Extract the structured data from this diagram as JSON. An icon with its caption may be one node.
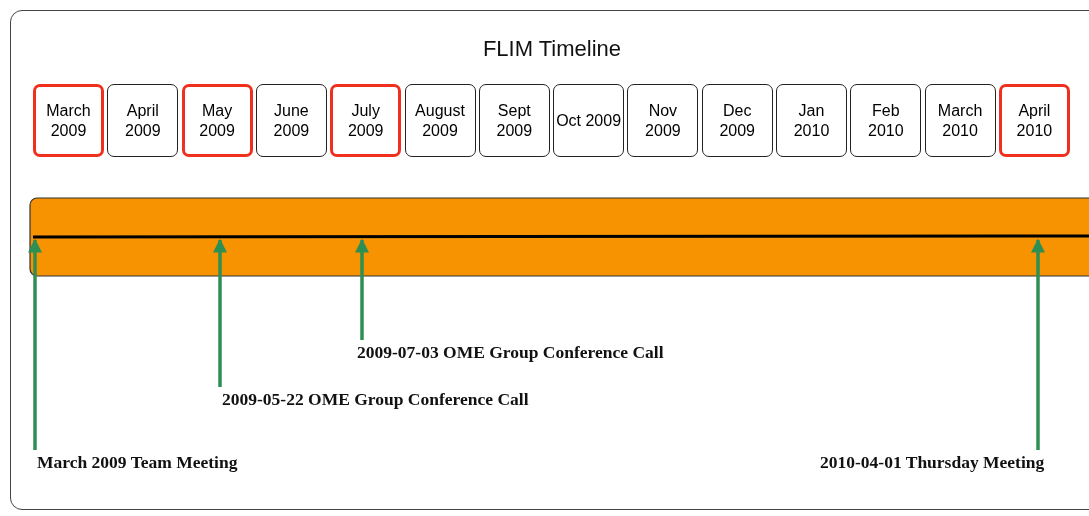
{
  "diagram": {
    "title": "FLIM Timeline",
    "nodes": [
      {
        "text": [
          "March 2009"
        ]
      },
      {
        "text": [
          "April 2009"
        ]
      },
      {
        "text": [
          "May 2009"
        ]
      },
      {
        "text": [
          "June 2009"
        ]
      },
      {
        "text": [
          "July 2009"
        ]
      },
      {
        "text": [
          "August 2009"
        ]
      },
      {
        "text": [
          "Sept 2009"
        ]
      },
      {
        "text": [
          "Oct 2009"
        ]
      },
      {
        "text": [
          "Nov 2009"
        ]
      },
      {
        "text": [
          "Dec 2009"
        ]
      },
      {
        "text": [
          "Jan 2010"
        ]
      },
      {
        "text": [
          "Feb 2010"
        ]
      },
      {
        "text": [
          "March 2010"
        ]
      },
      {
        "text": [
          "April 2010"
        ]
      },
      {
        "text": [
          "2009-07-03 OME Group Conference Call"
        ]
      },
      {
        "text": [
          "2009-05-22 OME Group Conference Call"
        ]
      },
      {
        "text": [
          "March 2009 Team Meeting"
        ]
      },
      {
        "text": [
          "2010-04-01 Thursday Meeting"
        ]
      }
    ],
    "edges": [
      {
        "from": 14,
        "to": null,
        "arrow": "to"
      },
      {
        "from": 15,
        "to": null,
        "arrow": "to"
      },
      {
        "from": 16,
        "to": null,
        "arrow": "to"
      },
      {
        "from": 17,
        "to": null,
        "arrow": "to"
      }
    ]
  }
}
